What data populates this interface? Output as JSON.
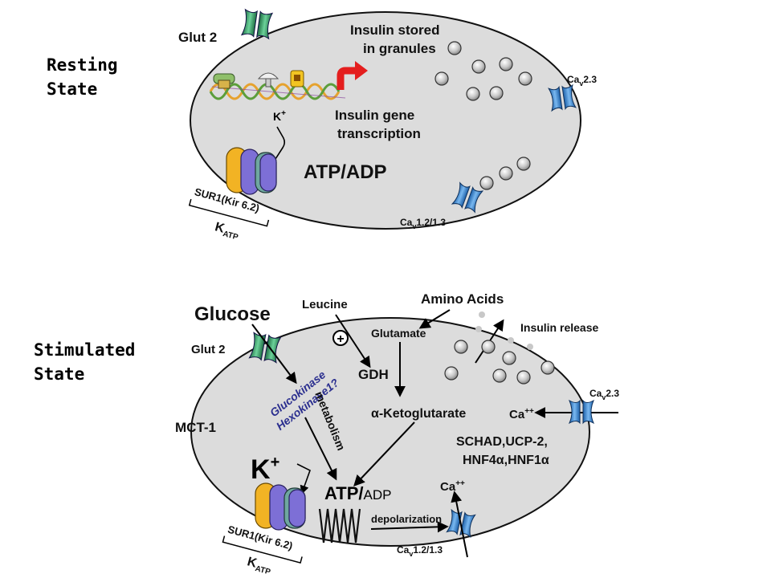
{
  "resting": {
    "state_line1": "Resting",
    "state_line2": "State",
    "glut2": "Glut 2",
    "insulin_stored_line1": "Insulin stored",
    "insulin_stored_line2": "in granules",
    "k_plus_base": "K",
    "k_plus_sup": "+",
    "transcription_line1": "Insulin gene",
    "transcription_line2": "transcription",
    "atp_adp": "ATP/ADP",
    "cav23_base": "Ca",
    "cav23_sub": "v",
    "cav23_rest": "2.3",
    "cav12_base": "Ca",
    "cav12_sub": "v",
    "cav12_rest": "1.2/1.3",
    "sur1": "SUR1(Kir 6.2)",
    "katp_base": "K",
    "katp_sub": "ATP"
  },
  "stimulated": {
    "state_line1": "Stimulated",
    "state_line2": "State",
    "glucose": "Glucose",
    "glut2": "Glut 2",
    "leucine": "Leucine",
    "plus_symbol": "+",
    "glutamate": "Glutamate",
    "amino_acids": "Amino Acids",
    "insulin_release": "Insulin release",
    "gdh": "GDH",
    "glucokinase": "Glucokinase",
    "hexokinase": "Hexokinase1?",
    "metabolism": "metabolism",
    "mct1": "MCT-1",
    "alpha_kg": "α-Ketoglutarate",
    "ca_inside": "Ca",
    "ca_inside_sup": "++",
    "cav23_base": "Ca",
    "cav23_sub": "v",
    "cav23_rest": "2.3",
    "schad_line1": "SCHAD,UCP-2,",
    "schad_line2": "HNF4α,HNF1α",
    "k_plus_base": "K",
    "k_plus_sup": "+",
    "atp": "ATP/",
    "adp": "ADP",
    "ca_lower": "Ca",
    "ca_lower_sup": "++",
    "depolarization": "depolarization",
    "cav12_base": "Ca",
    "cav12_sub": "v",
    "cav12_rest": "1.2/1.3",
    "sur1": "SUR1(Kir 6.2)",
    "katp_base": "K",
    "katp_sub": "ATP"
  },
  "colors": {
    "cell_fill": "#dcdcdc",
    "glut_green": "#2e8b57",
    "channel_blue": "#2f7fd0",
    "sur_yellow": "#f2b324",
    "kir_purple": "#7d6fd6",
    "arrow_red": "#e41e1e",
    "enzyme_text": "#2b2f8f"
  },
  "icons": [
    "glut2-transporter-icon",
    "calcium-channel-icon",
    "katp-channel-icon",
    "dna-helix-icon",
    "insulin-granule-icon",
    "red-arrow-icon",
    "plus-circle-icon",
    "depolarization-zigzag-icon"
  ]
}
